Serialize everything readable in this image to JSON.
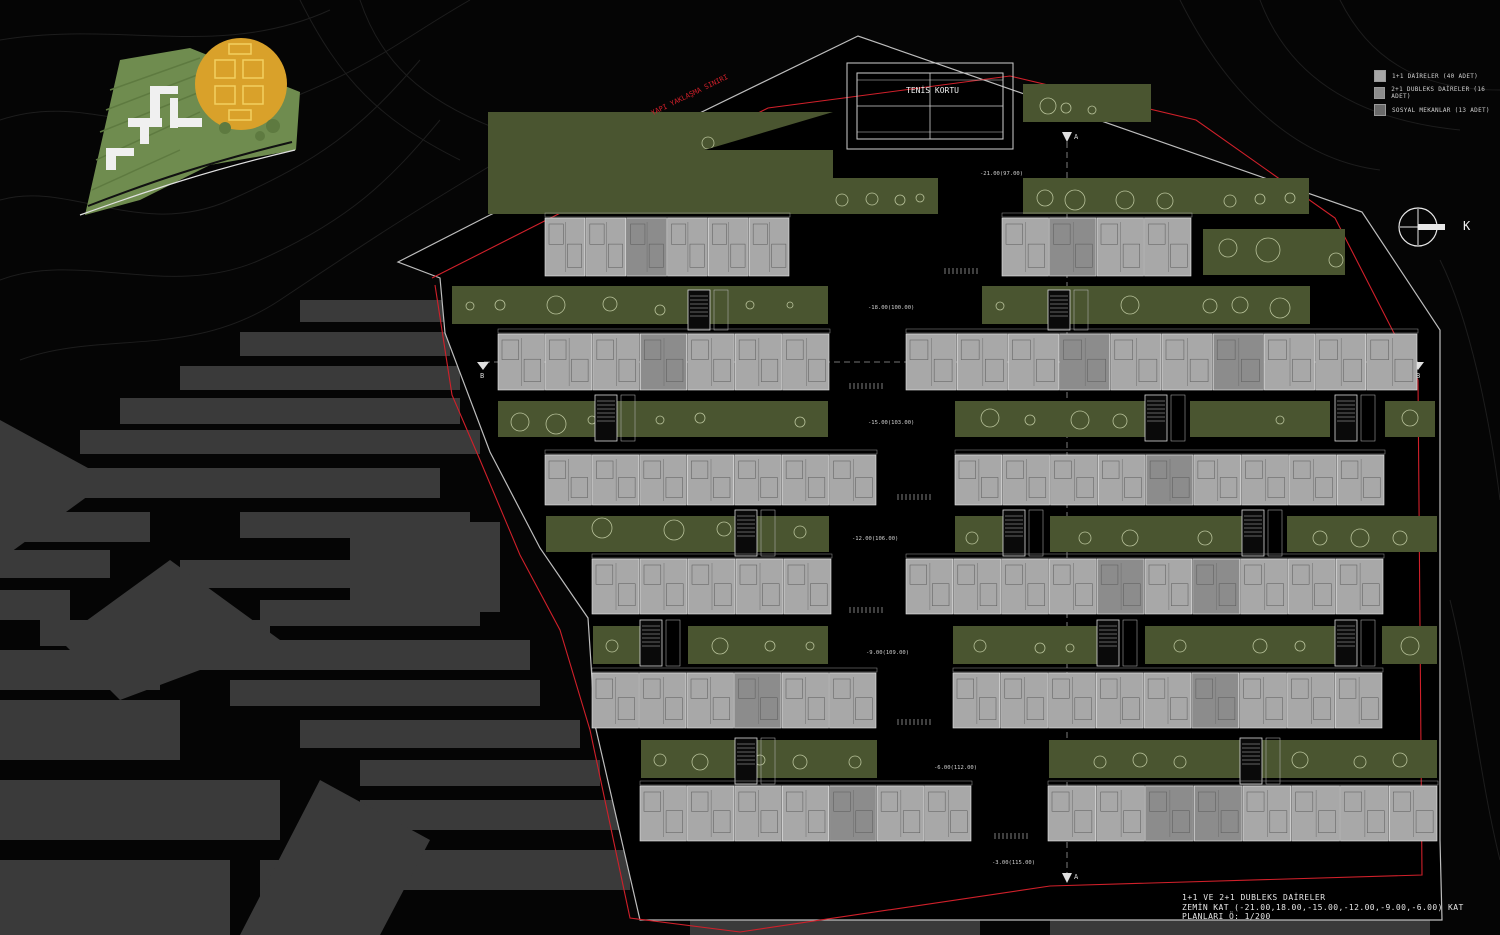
{
  "legend": [
    {
      "label": "1+1 DAİRELER (40 ADET)",
      "color": "#a8a8a8"
    },
    {
      "label": "2+1 DUBLEKS DAİRELER (16 ADET)",
      "color": "#8c8c8c"
    },
    {
      "label": "SOSYAL MEKANLAR (13 ADET)",
      "color": "#6a6a6a"
    }
  ],
  "tennis_label": "TENİS KORTU",
  "boundary_label": "YAPI YAKLAŞMA SINIRI",
  "north_label": "K",
  "section_labels": {
    "a_top": "A",
    "a_bottom": "A",
    "b_left": "B",
    "b_right": "B"
  },
  "levels": [
    {
      "id": "lvl-21",
      "text": "-21.00(97.00)"
    },
    {
      "id": "lvl-18",
      "text": "-18.00(100.00)"
    },
    {
      "id": "lvl-15",
      "text": "-15.00(103.00)"
    },
    {
      "id": "lvl-12",
      "text": "-12.00(106.00)"
    },
    {
      "id": "lvl-9",
      "text": "-9.00(109.00)"
    },
    {
      "id": "lvl-6",
      "text": "-6.00(112.00)"
    },
    {
      "id": "lvl-3",
      "text": "-3.00(115.00)"
    }
  ],
  "title": {
    "line1": "1+1 VE 2+1 DUBLEKS DAİRELER",
    "line2": "ZEMİN KAT (-21.00,18.00,-15.00,-12.00,-9.00,-6.00) KAT PLANLARI Ö: 1/200"
  },
  "colors": {
    "background": "#050505",
    "terrain": "#3a3a3a",
    "garden": "#4a5530",
    "unit_light": "#a8a8a8",
    "unit_dark": "#8c8c8c",
    "boundary": "#d0202a",
    "sun_disc": "#d9a12a"
  }
}
